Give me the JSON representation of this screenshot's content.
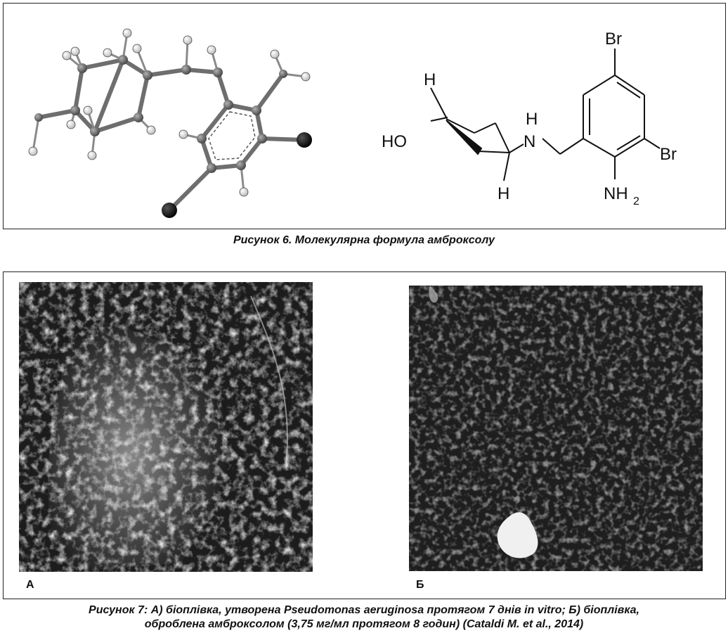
{
  "figure6": {
    "caption": "Рисунок 6. Молекулярна формула амброксолу",
    "structure_labels": {
      "br_top": "Br",
      "br_right": "Br",
      "nh2_main": "NH",
      "nh2_sub": "2",
      "h_top": "H",
      "h_bottom": "H",
      "ho": "HO",
      "nh_n": "N",
      "nh_h": "H"
    },
    "colors": {
      "bond": "#707070",
      "atom_h": "#f2f2f2",
      "atom_br": "#151515"
    }
  },
  "figure7": {
    "caption_line1": "Рисунок 7: А) біоплівка, утворена Pseudomonas aeruginosa протягом 7 днів in vitro; Б) біоплівка,",
    "caption_line2": "оброблена амброксолом (3,75 мг/мл протягом 8 годин) (Cataldi M. et al., 2014)",
    "panel_a_label": "А",
    "panel_b_label": "Б"
  }
}
